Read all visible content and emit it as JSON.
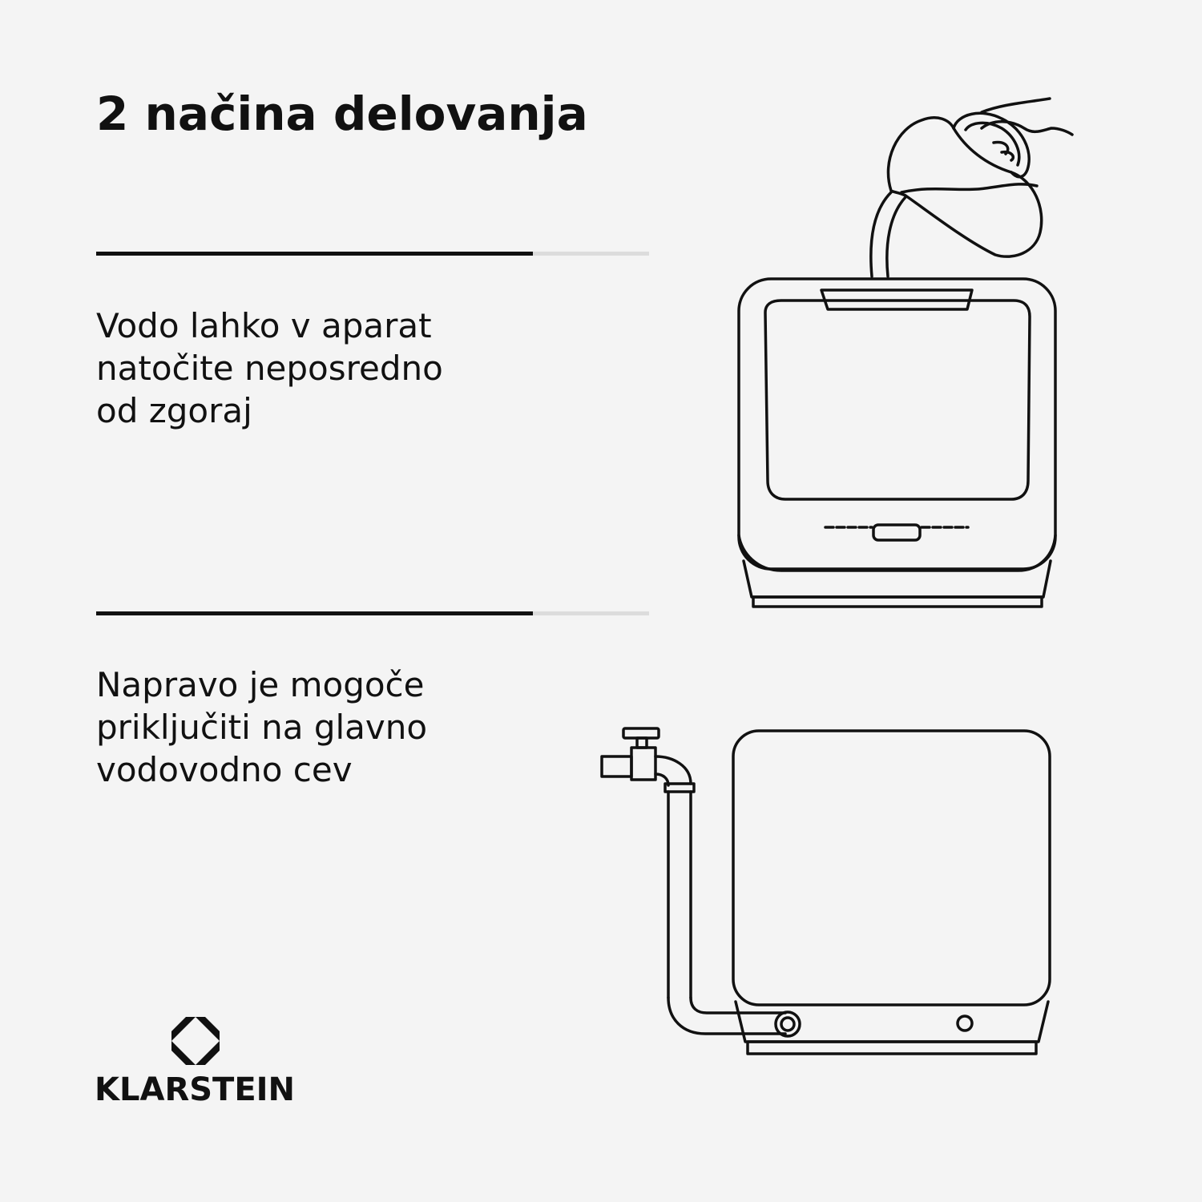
{
  "title": "2 načina delovanja",
  "progress_fraction": 0.79,
  "modes": [
    {
      "lines": [
        "Vodo lahko v aparat",
        "natočite neposredno",
        "od zgoraj"
      ]
    },
    {
      "lines": [
        "Napravo je mogoče",
        "priključiti na glavno",
        "vodovodno cev"
      ]
    }
  ],
  "brand": {
    "name": "KLARSTEIN",
    "logo_icon": "klarstein-diamond-logo"
  },
  "icons": [
    "pitcher-pouring-icon",
    "dishwasher-top-fill-icon",
    "water-tap-icon",
    "dishwasher-hose-connected-icon"
  ],
  "colors": {
    "background": "#f4f4f4",
    "ink": "#111111",
    "track": "#dcdcdc"
  }
}
